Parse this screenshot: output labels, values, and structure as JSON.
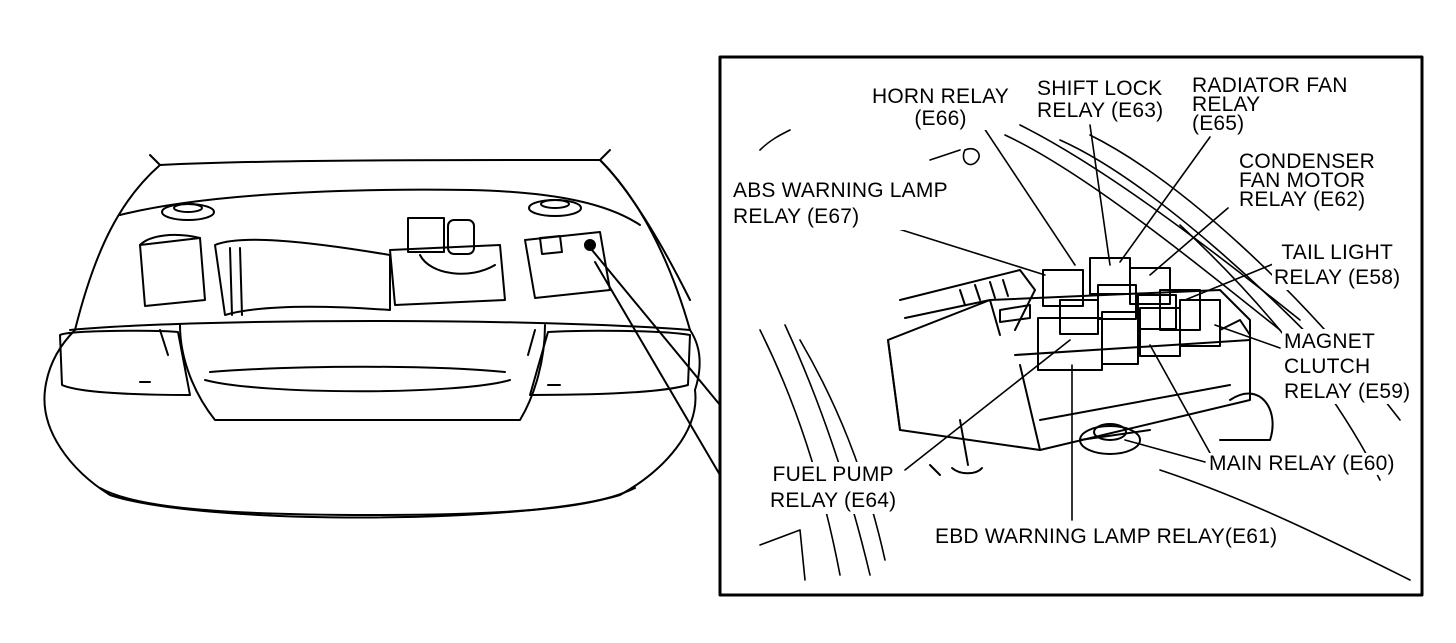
{
  "diagram": {
    "labels": {
      "horn_relay": [
        "HORN RELAY",
        "(E66)"
      ],
      "shift_lock_relay": [
        "SHIFT LOCK",
        "RELAY (E63)"
      ],
      "radiator_fan_relay": [
        "RADIATOR FAN",
        "RELAY",
        "(E65)"
      ],
      "condenser_fan_motor_relay": [
        "CONDENSER",
        "FAN MOTOR",
        "RELAY (E62)"
      ],
      "abs_warning_lamp_relay": [
        "ABS WARNING LAMP",
        "RELAY (E67)"
      ],
      "tail_light_relay": [
        "TAIL LIGHT",
        "RELAY (E58)"
      ],
      "magnet_clutch_relay": [
        "MAGNET",
        "CLUTCH",
        "RELAY (E59)"
      ],
      "main_relay": [
        "MAIN RELAY (E60)"
      ],
      "fuel_pump_relay": [
        "FUEL PUMP",
        "RELAY (E64)"
      ],
      "ebd_warning_lamp_relay": [
        "EBD WARNING LAMP RELAY(E61)"
      ]
    },
    "colors": {
      "ink": "#000000",
      "paper": "#ffffff"
    }
  }
}
